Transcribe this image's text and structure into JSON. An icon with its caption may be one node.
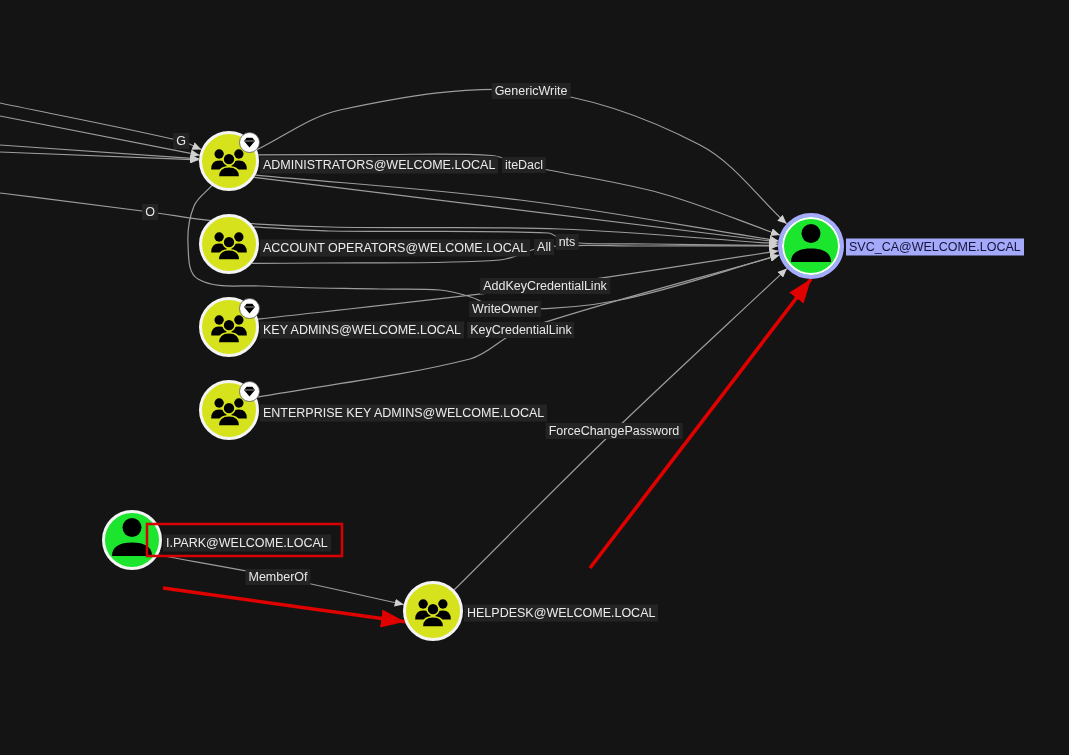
{
  "diagram": {
    "nodes": [
      {
        "text": [
          "ADMINISTRATORS@WELCOME.LOCAL"
        ]
      },
      {
        "text": [
          "ACCOUNT OPERATORS@WELCOME.LOCAL"
        ]
      },
      {
        "text": [
          "KEY ADMINS@WELCOME.LOCAL"
        ]
      },
      {
        "text": [
          "ENTERPRISE KEY ADMINS@WELCOME.LOCAL"
        ]
      },
      {
        "text": [
          "SVC_CA@WELCOME.LOCAL"
        ]
      },
      {
        "text": [
          "I.PARK@WELCOME.LOCAL"
        ]
      },
      {
        "text": [
          "HELPDESK@WELCOME.LOCAL"
        ]
      }
    ],
    "edges": [
      {
        "from": null,
        "to": 0,
        "arrow": "to",
        "label": "G"
      },
      {
        "from": null,
        "to": 0,
        "arrow": "to"
      },
      {
        "from": null,
        "to": 0,
        "arrow": "to"
      },
      {
        "from": null,
        "to": 0,
        "arrow": "to"
      },
      {
        "from": null,
        "to": 4,
        "arrow": "to",
        "label": "O"
      },
      {
        "from": 0,
        "to": 4,
        "arrow": "to",
        "label": "GenericWrite"
      },
      {
        "from": 0,
        "to": 4,
        "arrow": "to",
        "label": "iteDacl"
      },
      {
        "from": 0,
        "to": 4,
        "arrow": "to"
      },
      {
        "from": 0,
        "to": 4,
        "arrow": "to"
      },
      {
        "from": 0,
        "to": 4,
        "arrow": "to",
        "label": "WriteOwner"
      },
      {
        "from": 1,
        "to": 4,
        "arrow": "to",
        "label": "All"
      },
      {
        "from": 1,
        "to": 4,
        "arrow": "to",
        "label": "nts"
      },
      {
        "from": 2,
        "to": 4,
        "arrow": "to",
        "label": "AddKeyCredentialLink"
      },
      {
        "from": 3,
        "to": 4,
        "arrow": "to",
        "label": "KeyCredentialLink"
      },
      {
        "from": 6,
        "to": 4,
        "arrow": "to",
        "label": "ForceChangePassword"
      },
      {
        "from": 5,
        "to": 6,
        "arrow": "to",
        "label": "MemberOf"
      },
      {
        "from": null,
        "to": 6,
        "arrow": "to",
        "style": "thick",
        "color": "#e00000"
      },
      {
        "from": null,
        "to": 4,
        "arrow": "to",
        "style": "thick",
        "color": "#e00000"
      }
    ]
  }
}
